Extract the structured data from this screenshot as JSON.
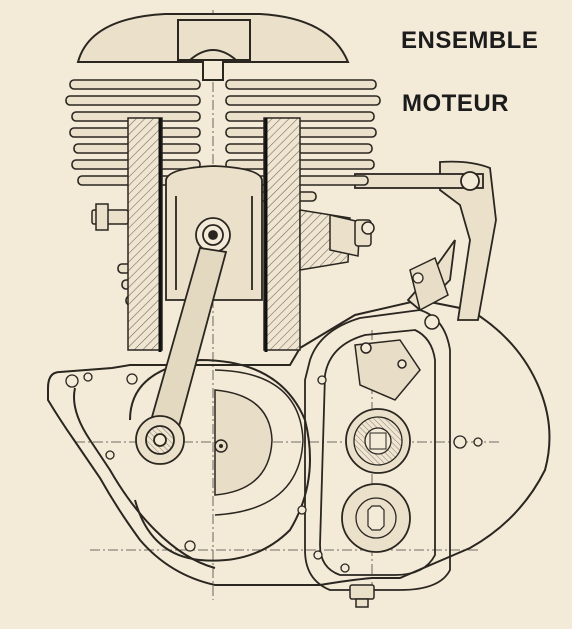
{
  "title": {
    "line1": "ENSEMBLE",
    "line2": "MOTEUR"
  },
  "colors": {
    "paper": "#f3ead8",
    "ink": "#2a2620",
    "hatch": "#6b645a",
    "title": "#1c1c1c"
  },
  "drawing": {
    "subject": "engine-cross-section",
    "components": [
      "cylinder-head",
      "cooling-fins",
      "cylinder-liner",
      "piston",
      "connecting-rod",
      "crankshaft-flywheel",
      "crankcase",
      "gearbox-housing",
      "gear-shaft",
      "output-shaft",
      "kickstart-lever",
      "spark-plug",
      "drain-plug"
    ]
  }
}
